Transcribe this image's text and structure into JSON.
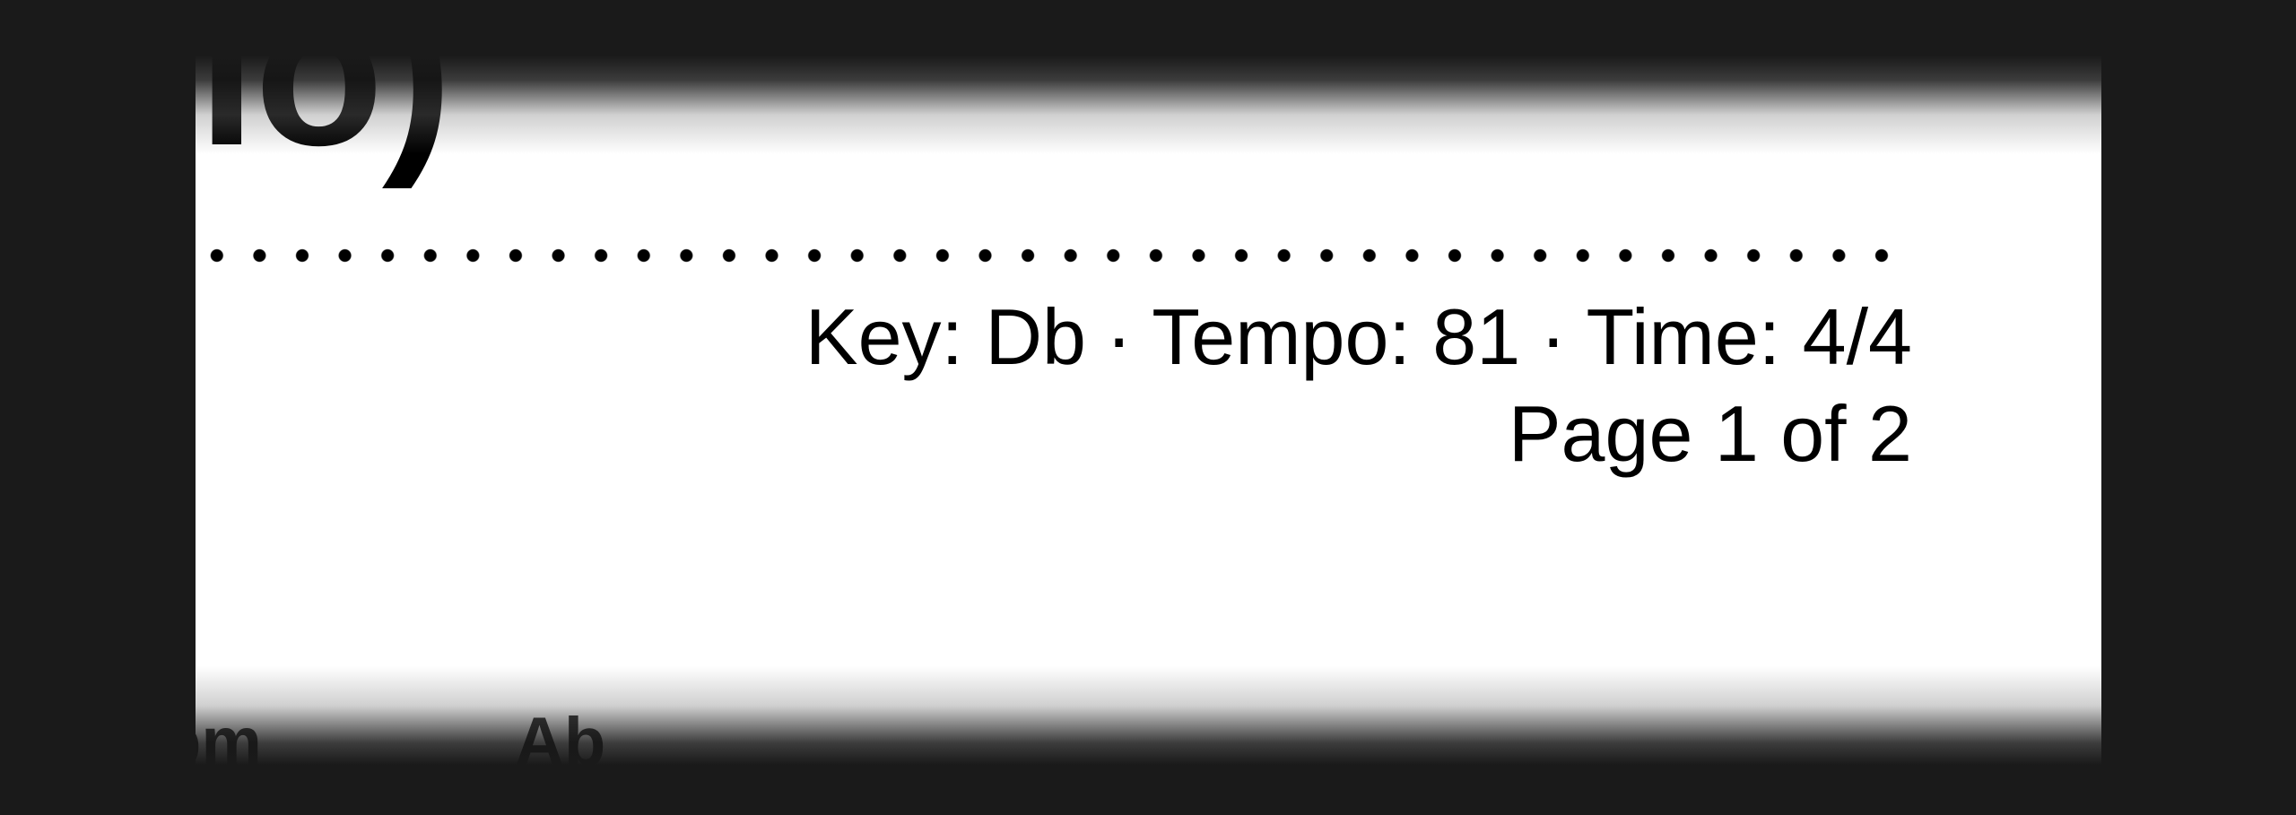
{
  "document": {
    "title_fragment": "dio)",
    "meta": {
      "key_label": "Key: Db",
      "tempo_label": "Tempo: 81",
      "time_label": "Time: 4/4",
      "separator": "·"
    },
    "page_indicator": "Page 1 of 2",
    "chords": [
      "bm",
      "Ab"
    ]
  },
  "colors": {
    "background": "#1a1a1a",
    "page": "#ffffff",
    "text": "#000000"
  }
}
